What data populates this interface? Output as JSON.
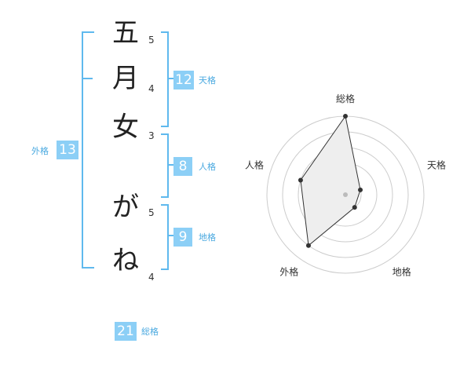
{
  "name_chars": [
    {
      "char": "五",
      "strokes": "5"
    },
    {
      "char": "月",
      "strokes": "4"
    },
    {
      "char": "女",
      "strokes": "3"
    },
    {
      "char": "が",
      "strokes": "5"
    },
    {
      "char": "ね",
      "strokes": "4"
    }
  ],
  "fortune": {
    "tenkaku": {
      "value": "12",
      "label": "天格"
    },
    "jinkaku": {
      "value": "8",
      "label": "人格"
    },
    "chikaku": {
      "value": "9",
      "label": "地格"
    },
    "gaikaku": {
      "value": "13",
      "label": "外格"
    },
    "soukaku": {
      "value": "21",
      "label": "総格"
    }
  },
  "radar": {
    "axes": [
      "総格",
      "天格",
      "地格",
      "外格",
      "人格"
    ],
    "values": [
      5,
      1,
      1,
      4,
      3
    ],
    "max": 5,
    "levels": 5,
    "fill_color": "#eeeeee",
    "line_color": "#333333",
    "grid_color": "#cccccc"
  }
}
